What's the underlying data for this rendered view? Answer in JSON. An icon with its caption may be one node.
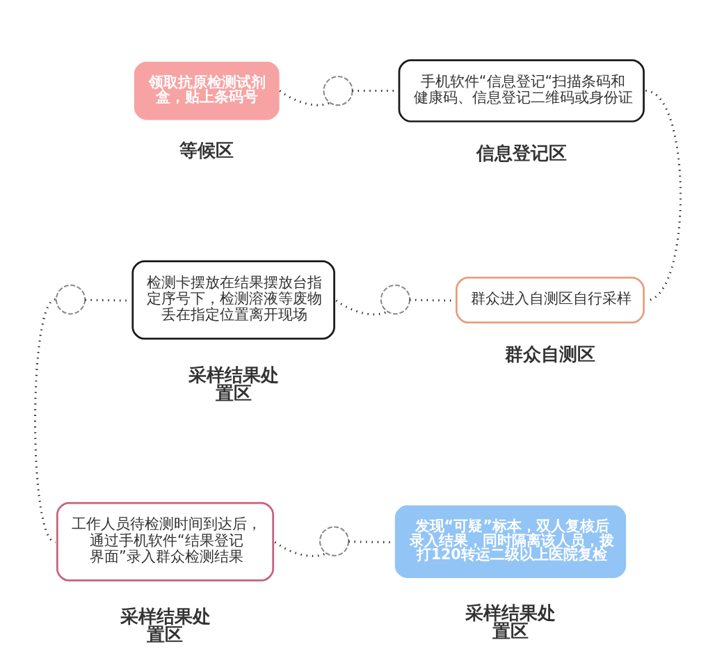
{
  "diagram": {
    "nodes": [
      {
        "text": [
          "领取抗原检测试剂盒，贴上条码号"
        ],
        "beside": [
          "等候区"
        ]
      },
      {
        "text": [],
        "shape": "circle"
      },
      {
        "text": [
          "手机软件“信息登记“扫描条码和健康码、信息登记二维码或身份证"
        ],
        "beside": [
          "信息登记区"
        ]
      },
      {
        "text": [],
        "shape": "circle"
      },
      {
        "text": [
          "检测卡摆放在结果摆放台指定序号下，检测溶液等废物丢在指定位置离开现场"
        ],
        "beside": [
          "采样结果处置区"
        ]
      },
      {
        "text": [],
        "shape": "circle"
      },
      {
        "text": [
          "群众进入自测区自行采样"
        ],
        "beside": [
          "群众自测区"
        ]
      },
      {
        "text": [
          "工作人员待检测时间到达后，通过手机软件“结果登记界面”录入群众检测结果"
        ],
        "beside": [
          "采样结果处置区"
        ]
      },
      {
        "text": [],
        "shape": "circle"
      },
      {
        "text": [
          "发现“可疑”标本，双人复核后录入结果，同时隔离该人员，拨打120转运二级以上医院复检"
        ],
        "beside": [
          "采样结果处置区"
        ]
      }
    ],
    "edges": [
      {
        "from": 0,
        "to": 1,
        "arrow": "none"
      },
      {
        "from": 1,
        "to": 2,
        "arrow": "none"
      },
      {
        "from": 2,
        "to": 6,
        "arrow": "none"
      },
      {
        "from": 3,
        "to": 4,
        "arrow": "none"
      },
      {
        "from": 4,
        "to": 5,
        "arrow": "none"
      },
      {
        "from": 5,
        "to": 6,
        "arrow": "none"
      },
      {
        "from": 3,
        "to": 7,
        "arrow": "none"
      },
      {
        "from": 7,
        "to": 8,
        "arrow": "none"
      },
      {
        "from": 8,
        "to": 9,
        "arrow": "none"
      }
    ]
  }
}
